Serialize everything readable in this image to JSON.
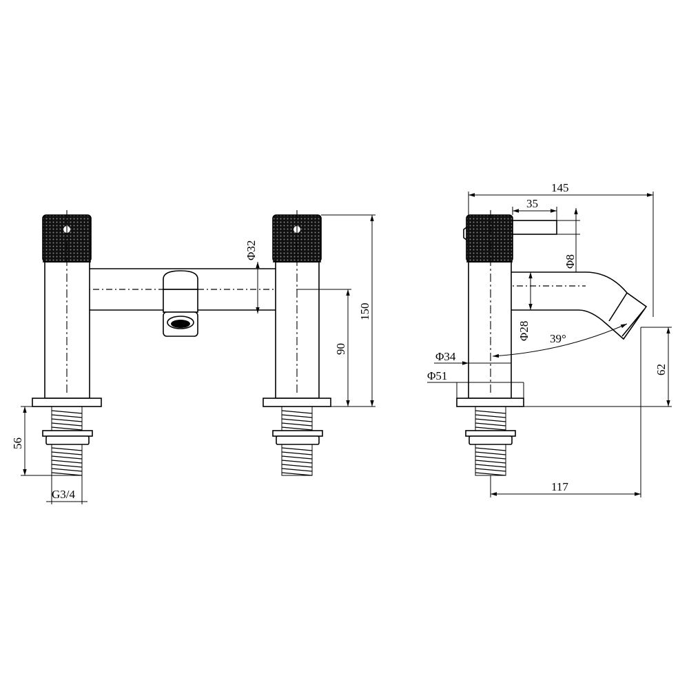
{
  "colors": {
    "line": "#000000",
    "background": "#ffffff",
    "knurl": "#1a1a1a"
  },
  "front_view": {
    "dimensions": {
      "spout_diameter": "Φ32",
      "overall_height": "150",
      "spout_height": "90",
      "thread_length": "56",
      "thread_size": "G3/4"
    }
  },
  "side_view": {
    "dimensions": {
      "overall_depth": "145",
      "handle_depth": "35",
      "outlet_diameter": "Φ8",
      "spout_bore": "Φ28",
      "spout_angle": "39°",
      "body_diameter": "Φ34",
      "base_diameter": "Φ51",
      "outlet_height": "62",
      "spout_reach": "117"
    }
  }
}
